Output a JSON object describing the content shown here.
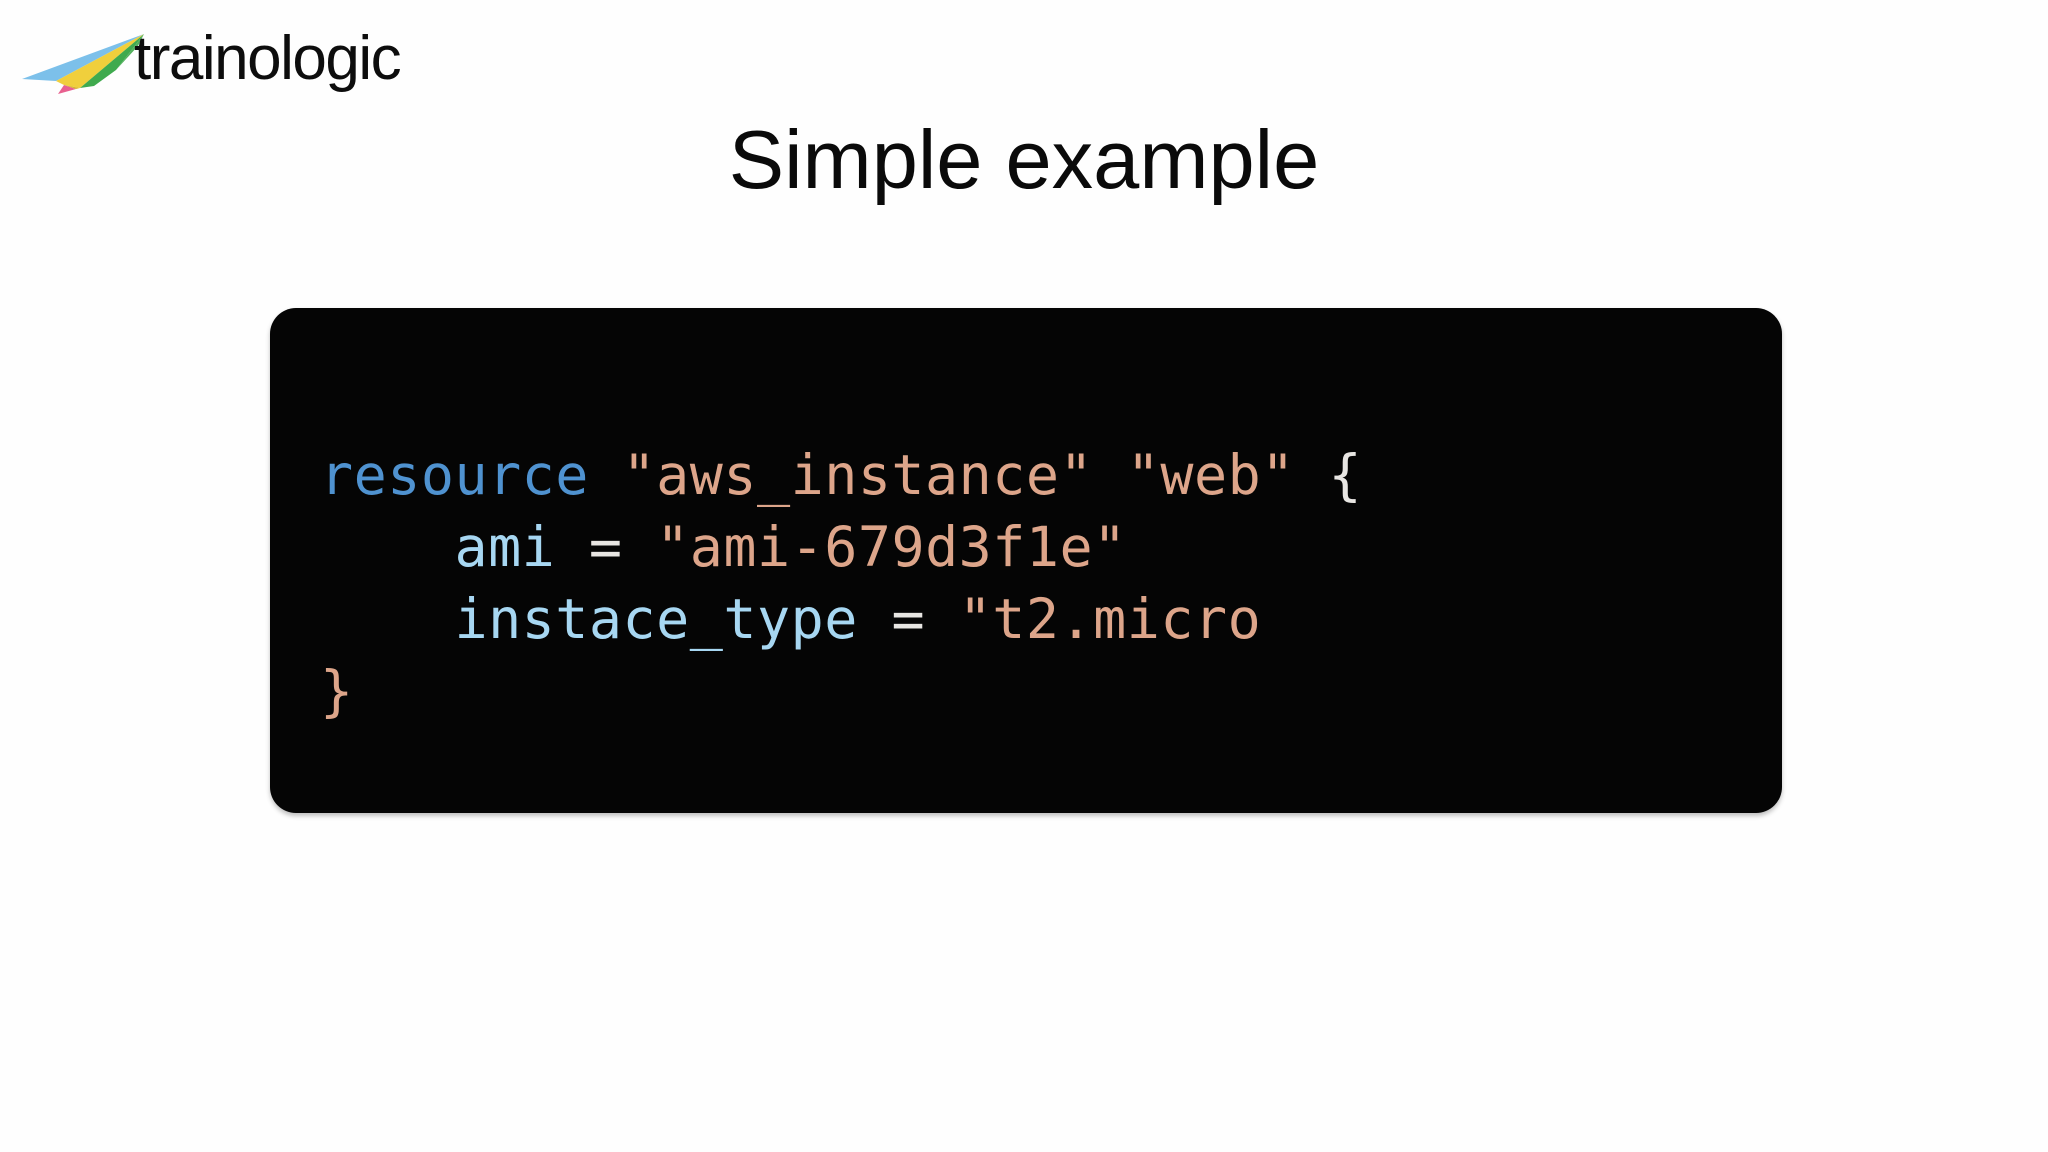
{
  "brand": {
    "name": "trainologic",
    "logo_icon": "paper-plane-icon",
    "colors": {
      "plane_blue": "#6fb4e8",
      "plane_green": "#3faa4e",
      "plane_yellow": "#f3d23a",
      "plane_pink": "#e8608f",
      "wordmark": "#0d0d0d"
    }
  },
  "slide": {
    "title": "Simple example",
    "background": "#ffffff"
  },
  "code_block": {
    "background": "#050505",
    "language": "terraform",
    "colors": {
      "keyword": "#4f92d0",
      "string": "#dda58a",
      "attribute": "#a7d7f2",
      "punctuation": "#e8e6e3",
      "closing_brace": "#dda58a"
    },
    "raw": "resource \"aws_instance\" \"web\" {\n    ami = \"ami-679d3f1e\"\n    instace_type = \"t2.micro\n}",
    "lines": [
      {
        "id": "line-1",
        "tokens": [
          {
            "t": "resource",
            "k": "kw"
          },
          {
            "t": " ",
            "k": "plain"
          },
          {
            "t": "\"aws_instance\"",
            "k": "str"
          },
          {
            "t": " ",
            "k": "plain"
          },
          {
            "t": "\"web\"",
            "k": "str"
          },
          {
            "t": " ",
            "k": "plain"
          },
          {
            "t": "{",
            "k": "punct"
          }
        ]
      },
      {
        "id": "line-2",
        "tokens": [
          {
            "t": "    ",
            "k": "plain"
          },
          {
            "t": "ami",
            "k": "attr"
          },
          {
            "t": " ",
            "k": "plain"
          },
          {
            "t": "=",
            "k": "op"
          },
          {
            "t": " ",
            "k": "plain"
          },
          {
            "t": "\"ami-679d3f1e\"",
            "k": "str"
          }
        ]
      },
      {
        "id": "line-3",
        "tokens": [
          {
            "t": "    ",
            "k": "plain"
          },
          {
            "t": "instace_type",
            "k": "attr"
          },
          {
            "t": " ",
            "k": "plain"
          },
          {
            "t": "=",
            "k": "op"
          },
          {
            "t": " ",
            "k": "plain"
          },
          {
            "t": "\"t2.micro",
            "k": "str"
          }
        ]
      },
      {
        "id": "line-4",
        "tokens": [
          {
            "t": "}",
            "k": "brace-c"
          }
        ]
      }
    ]
  }
}
